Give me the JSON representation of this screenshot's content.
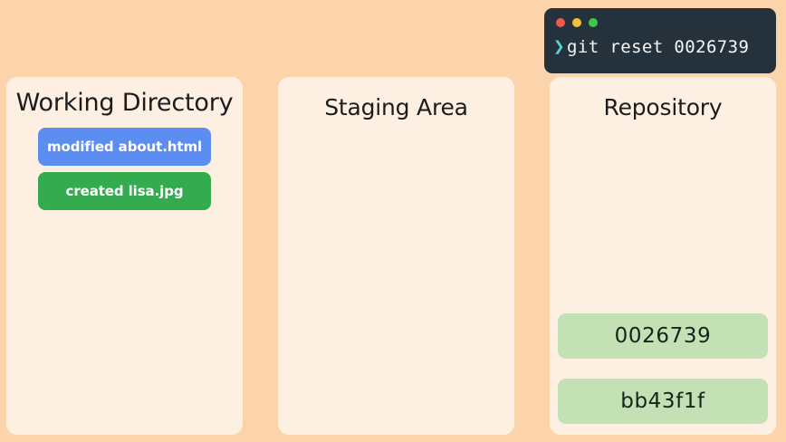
{
  "terminal": {
    "window_controls": [
      {
        "name": "close",
        "color": "#f0594c"
      },
      {
        "name": "minimize",
        "color": "#f3c03c"
      },
      {
        "name": "maximize",
        "color": "#3ec74a"
      }
    ],
    "prompt_symbol": "❯",
    "command": "git reset 0026739",
    "background": "#26323b",
    "prompt_color": "#4fd4d0",
    "text_color": "#f4f6f7"
  },
  "page": {
    "background": "#fbd4ab",
    "panel_background": "#fdf0e2"
  },
  "panels": [
    {
      "title": "Working Directory",
      "chips": [
        {
          "label": "modified about.html",
          "color": "#5b8ef0"
        },
        {
          "label": "created lisa.jpg",
          "color": "#35ab4f"
        }
      ]
    },
    {
      "title": "Staging Area",
      "chips": []
    },
    {
      "title": "Repository",
      "commits": [
        {
          "hash": "0026739",
          "color": "#c4e0b5"
        },
        {
          "hash": "bb43f1f",
          "color": "#c4e0b5"
        }
      ]
    }
  ]
}
